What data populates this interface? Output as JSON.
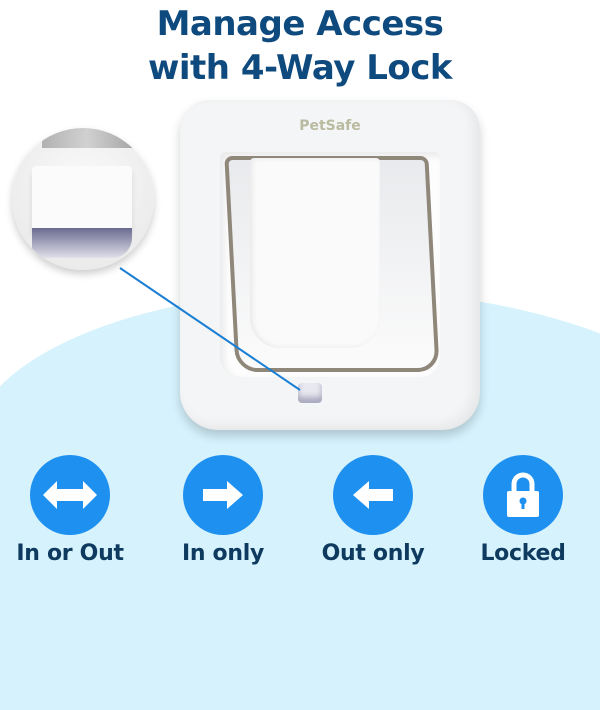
{
  "header": {
    "title_line1": "Manage Access",
    "title_line2": "with 4-Way Lock"
  },
  "product": {
    "brand": "PetSafe",
    "callout": "lock-dial-detail"
  },
  "modes": [
    {
      "label": "In or Out",
      "icon": "double-arrow-icon"
    },
    {
      "label": "In only",
      "icon": "arrow-right-icon"
    },
    {
      "label": "Out only",
      "icon": "arrow-left-icon"
    },
    {
      "label": "Locked",
      "icon": "padlock-icon"
    }
  ],
  "colors": {
    "title": "#0e4a7e",
    "icon_bg": "#1e90f0",
    "label": "#0d3a5e",
    "background_blob": "#d6f2fd"
  }
}
